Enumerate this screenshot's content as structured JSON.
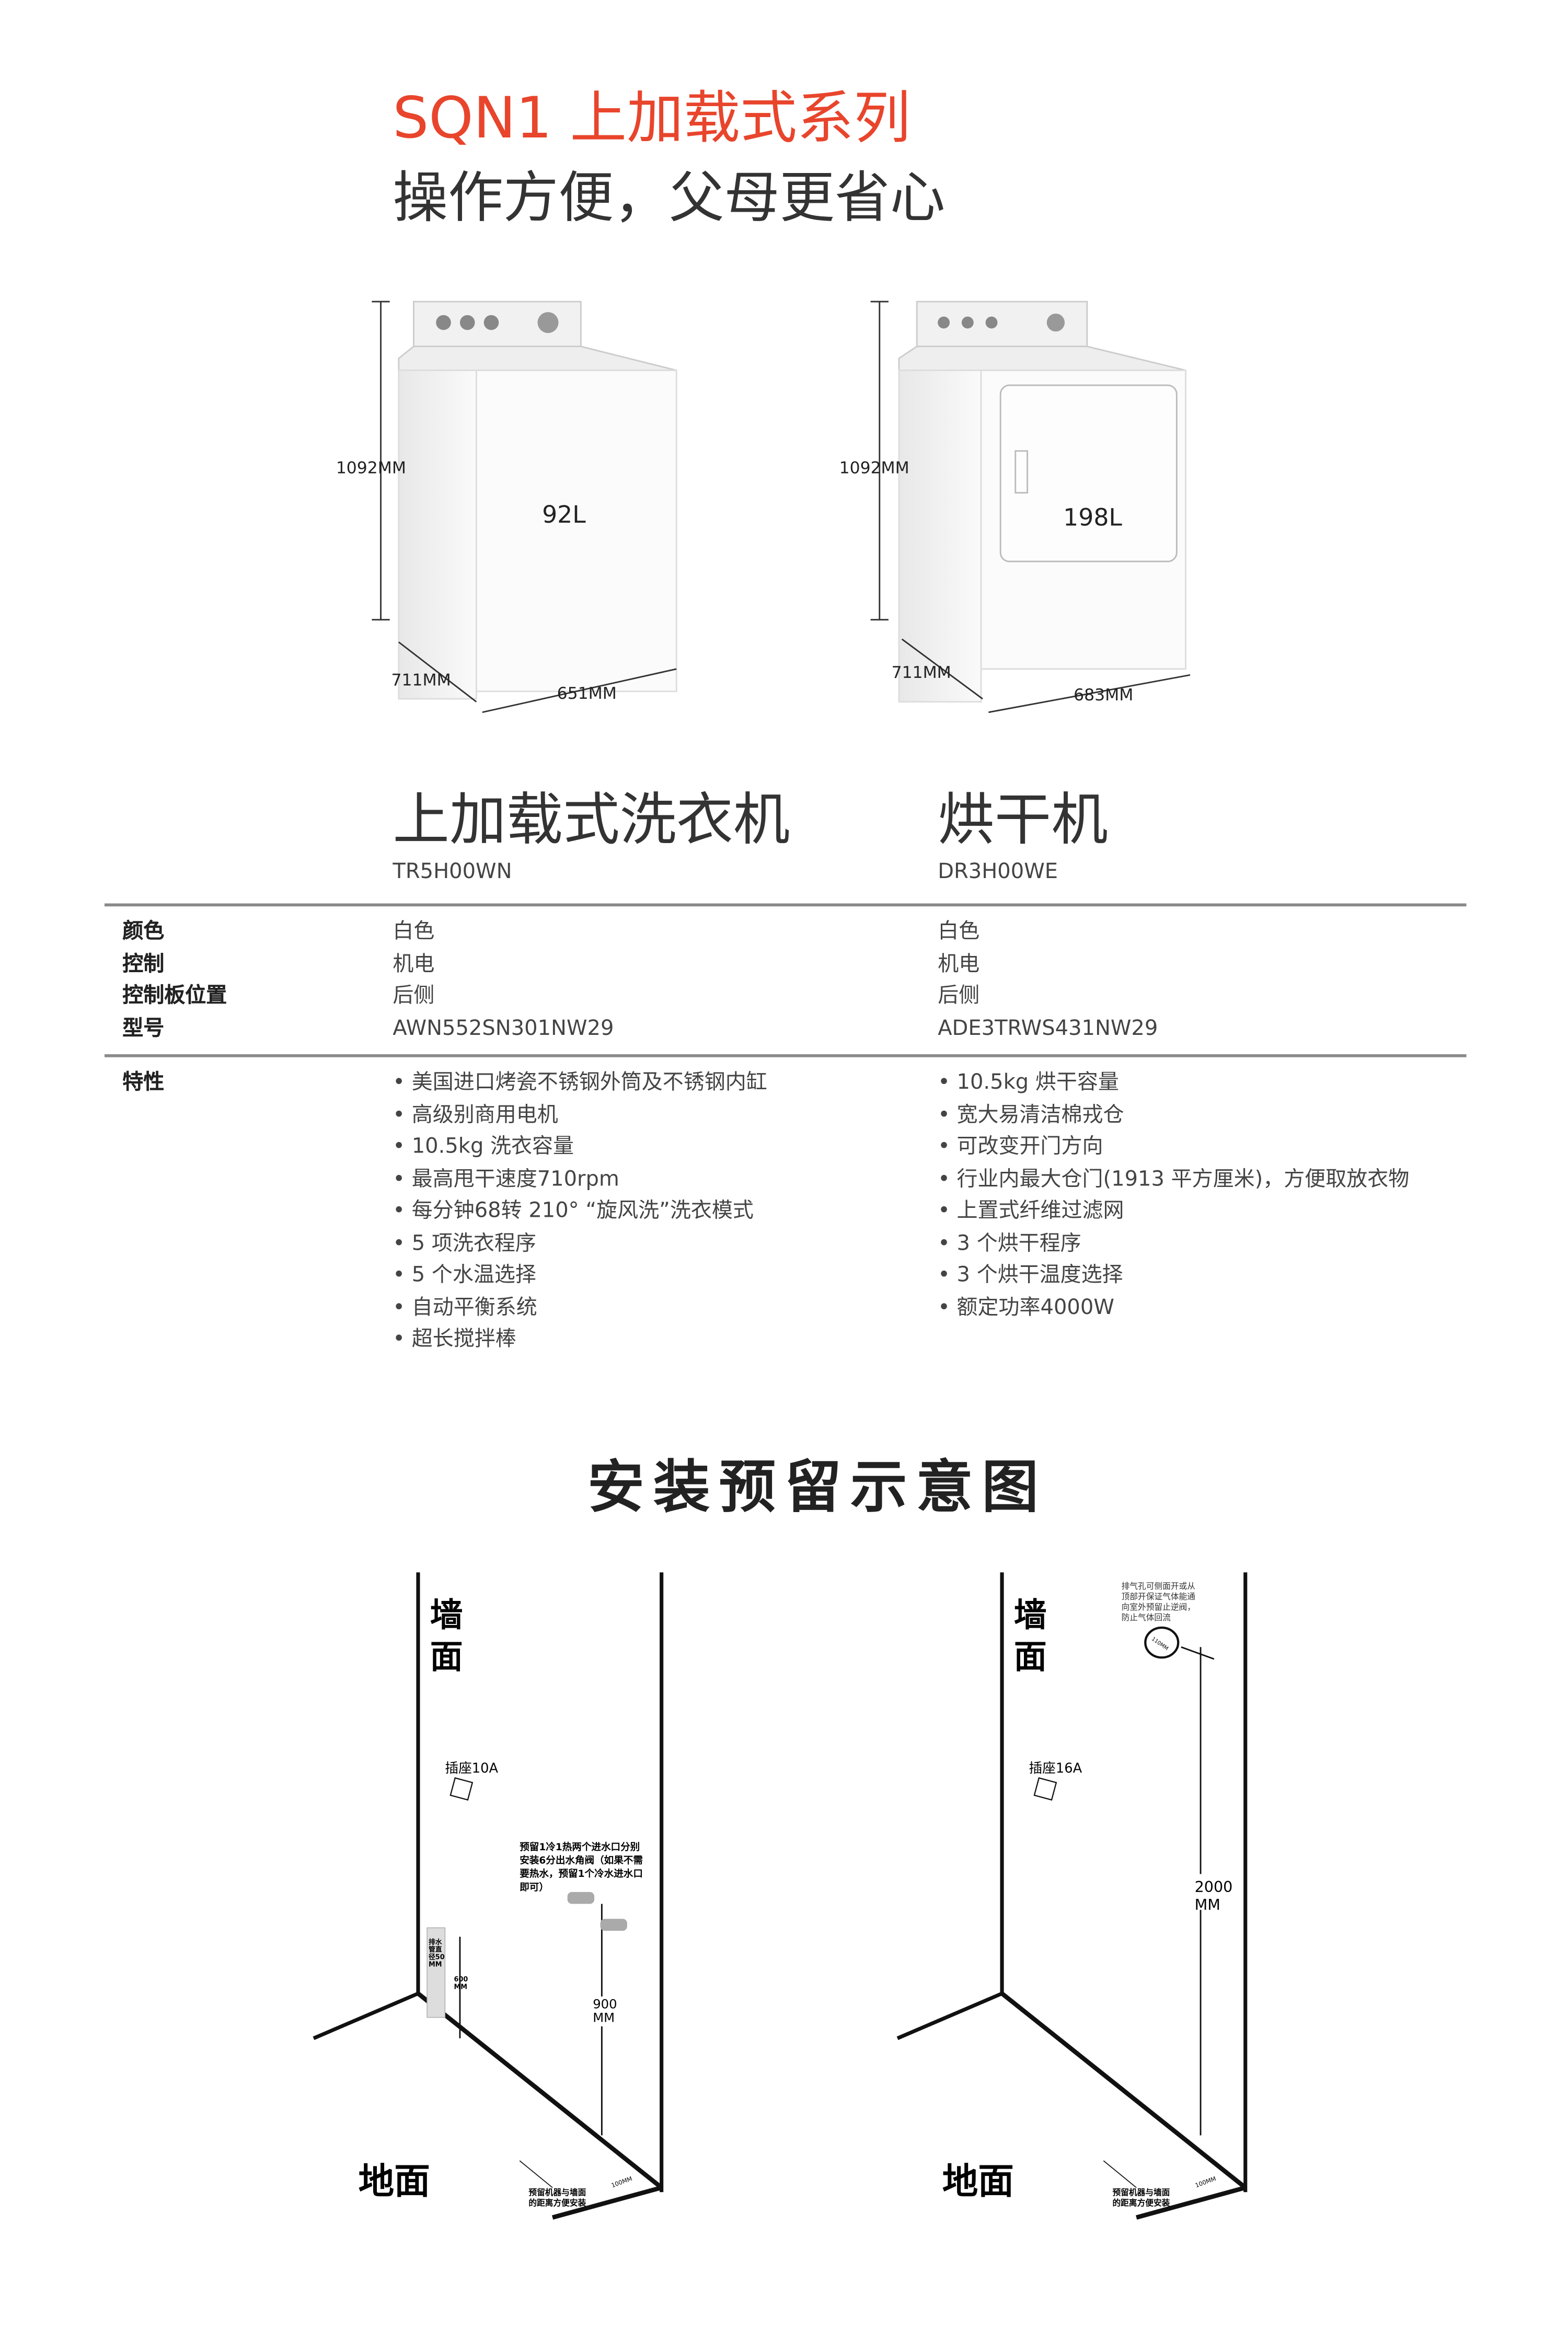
{
  "header": {
    "title": "SQN1 上加载式系列",
    "subtitle": "操作方便，父母更省心"
  },
  "colors": {
    "accent": "#e8452c",
    "text": "#333333",
    "rule": "#8a8a8a"
  },
  "products": [
    {
      "name": "上加载式洗衣机",
      "model": "TR5H00WN",
      "capacity": "92L",
      "height": "1092MM",
      "depth": "711MM",
      "width": "651MM",
      "specs": {
        "color": "白色",
        "control": "机电",
        "panel": "后侧",
        "type": "AWN552SN301NW29"
      },
      "features": [
        "美国进口烤瓷不锈钢外筒及不锈钢内缸",
        "高级别商用电机",
        "10.5kg 洗衣容量",
        "最高甩干速度710rpm",
        "每分钟68转 210° “旋风洗”洗衣模式",
        "5 项洗衣程序",
        "5 个水温选择",
        "自动平衡系统",
        "超长搅拌棒"
      ]
    },
    {
      "name": "烘干机",
      "model": "DR3H00WE",
      "capacity": "198L",
      "height": "1092MM",
      "depth": "711MM",
      "width": "683MM",
      "specs": {
        "color": "白色",
        "control": "机电",
        "panel": "后侧",
        "type": "ADE3TRWS431NW29"
      },
      "features": [
        "10.5kg 烘干容量",
        "宽大易清洁棉戎仓",
        "可改变开门方向",
        "行业内最大仓门(1913 平方厘米)，方便取放衣物",
        "上置式纤维过滤网",
        "3 个烘干程序",
        "3 个烘干温度选择",
        "额定功率4000W"
      ]
    }
  ],
  "spec_labels": {
    "color": "颜色",
    "control": "控制",
    "panel": "控制板位置",
    "type": "型号",
    "features": "特性"
  },
  "install": {
    "title": "安装预留示意图",
    "wall_1": "墙",
    "wall_2": "面",
    "floor": "地面",
    "washer": {
      "socket": "插座10A",
      "water_note": [
        "预留1冷1热两个进水口分别",
        "安装6分出水角阀（如果不需",
        "要热水，预留1个冷水进水口",
        "即可）"
      ],
      "drain": [
        "排水",
        "管直",
        "径50",
        "MM"
      ],
      "drain_height": [
        "600",
        "MM"
      ],
      "valve_height": [
        "900",
        "MM"
      ],
      "gap_note": [
        "预留机器与墙面",
        "的距离方便安装"
      ],
      "gap": "100MM"
    },
    "dryer": {
      "socket": "插座16A",
      "vent_note": [
        "排气孔可侧面开或从",
        "顶部开保证气体能通",
        "向室外预留止逆阀，",
        "防止气体回流"
      ],
      "vent_size": "110MM",
      "vent_height": [
        "2000",
        "MM"
      ],
      "gap_note": [
        "预留机器与墙面",
        "的距离方便安装"
      ],
      "gap": "100MM"
    }
  }
}
